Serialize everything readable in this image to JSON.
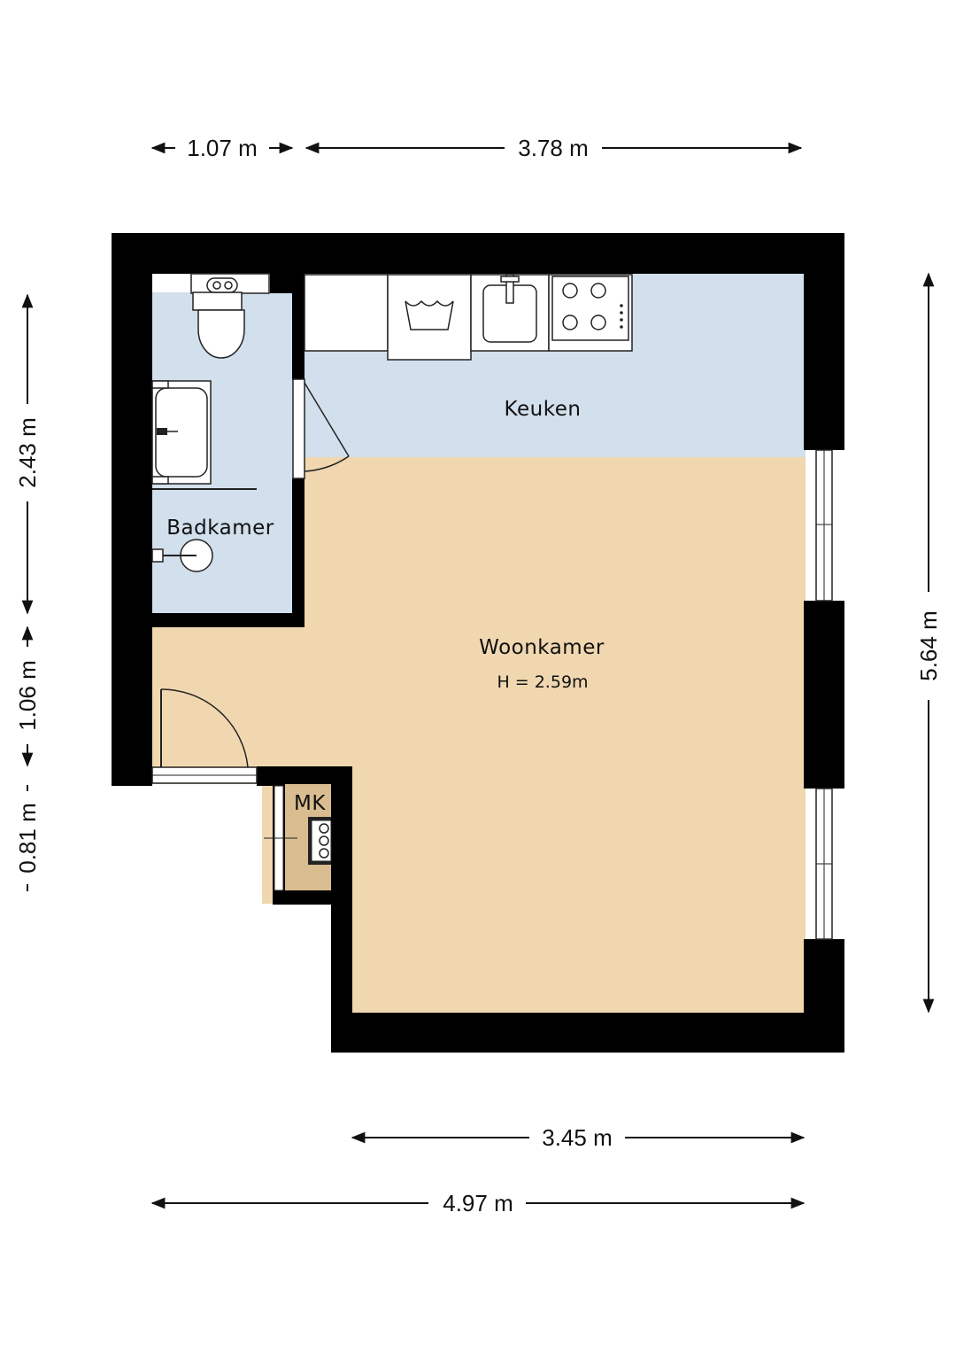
{
  "colors": {
    "wall": "#000000",
    "wet_room": "#d2dfec",
    "living": "#f0d7b0",
    "meterkast": "#d9bd90",
    "window_frame": "#ffffff"
  },
  "rooms": {
    "keuken": {
      "label": "Keuken"
    },
    "badkamer": {
      "label": "Badkamer"
    },
    "woonkamer": {
      "label": "Woonkamer",
      "height_label": "H = 2.59m"
    },
    "mk": {
      "label": "MK"
    }
  },
  "dimensions": {
    "top_left": "1.07 m",
    "top_right": "3.78 m",
    "right": "5.64 m",
    "left_top": "2.43 m",
    "left_middle": "1.06 m",
    "left_bottom": "0.81 m",
    "bottom_inner": "3.45 m",
    "bottom_outer": "4.97 m"
  },
  "icons": {
    "toilet": "toilet-icon",
    "shower": "shower-icon",
    "washbasin": "washbasin-icon",
    "washing_machine": "washing-machine-icon",
    "sink": "kitchen-sink-icon",
    "cooktop": "cooktop-icon",
    "meter": "meter-icon"
  }
}
